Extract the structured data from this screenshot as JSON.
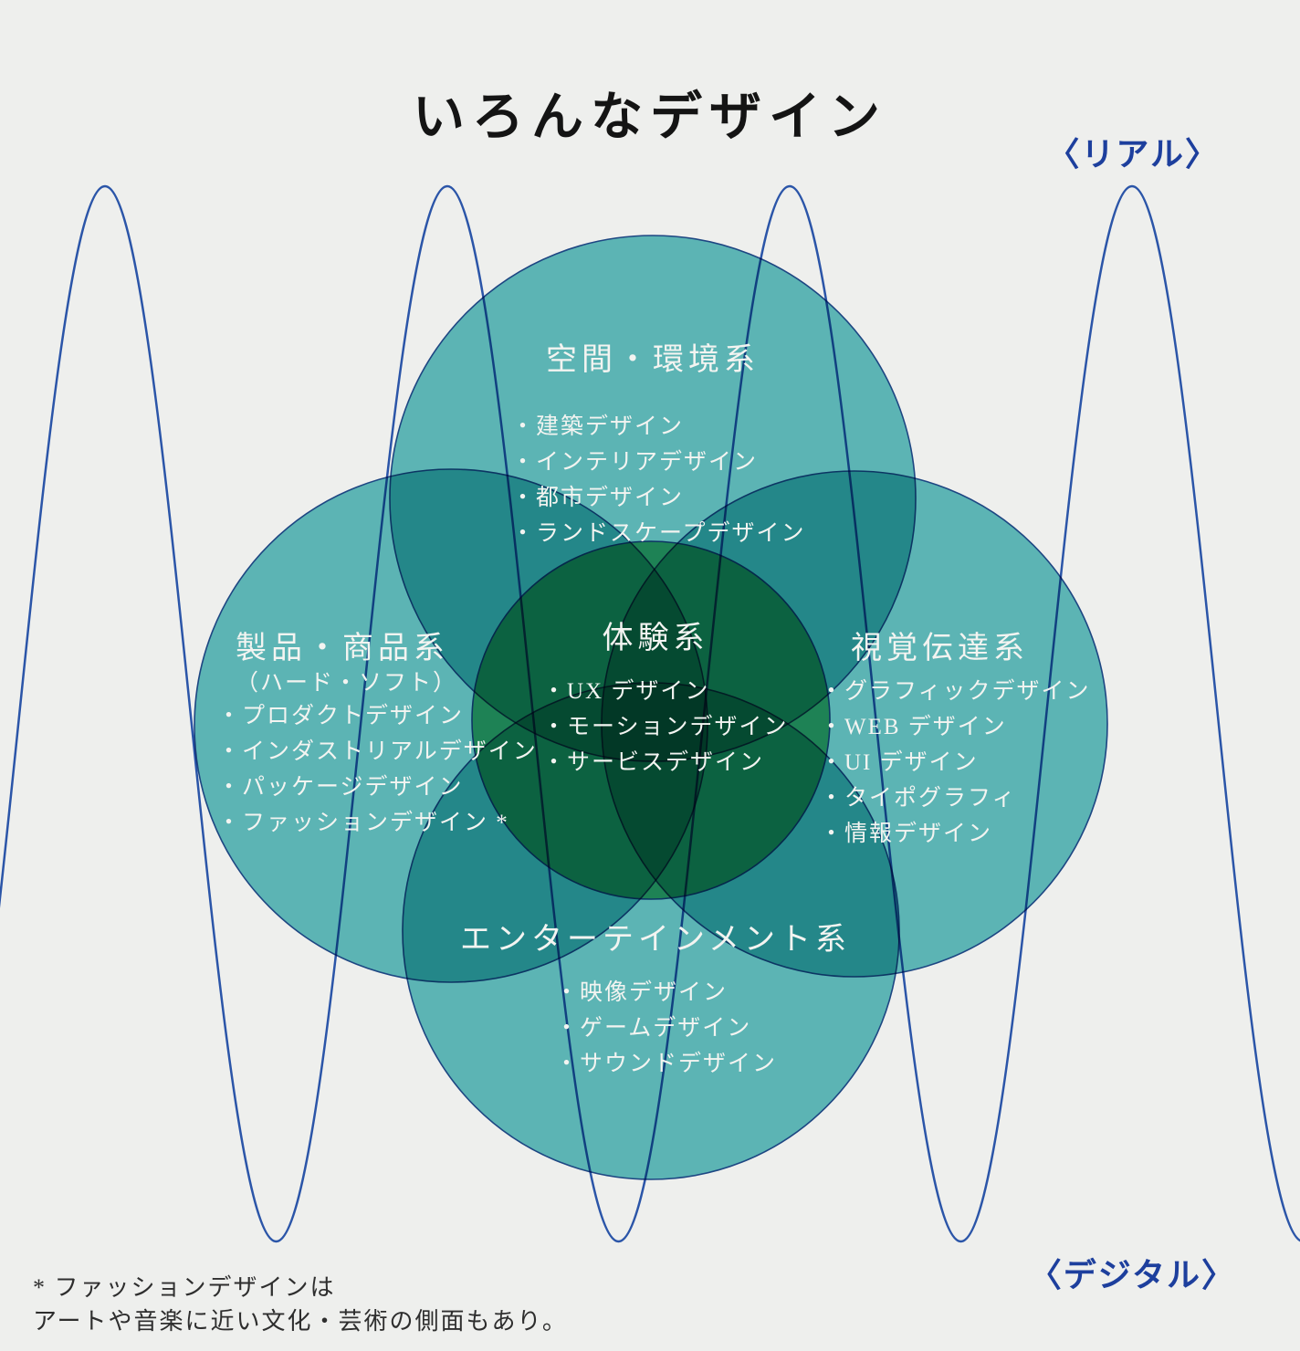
{
  "title": "いろんなデザイン",
  "axis_labels": {
    "real": "〈リアル〉",
    "digital": "〈デジタル〉"
  },
  "groups": {
    "spatial": {
      "title": "空間・環境系",
      "items": [
        "・建築デザイン",
        "・インテリアデザイン",
        "・都市デザイン",
        "・ランドスケープデザイン"
      ]
    },
    "product": {
      "title": "製品・商品系",
      "subtitle": "（ハード・ソフト）",
      "items": [
        "・プロダクトデザイン",
        "・インダストリアルデザイン",
        "・パッケージデザイン",
        "・ファッションデザイン *"
      ]
    },
    "experience": {
      "title": "体験系",
      "items": [
        "・UX デザイン",
        "・モーションデザイン",
        "・サービスデザイン"
      ]
    },
    "visual": {
      "title": "視覚伝達系",
      "items": [
        "・グラフィックデザイン",
        "・WEB デザイン",
        "・UI デザイン",
        "・タイポグラフィ",
        "・情報デザイン"
      ]
    },
    "entertainment": {
      "title": "エンターテインメント系",
      "items": [
        "・映像デザイン",
        "・ゲームデザイン",
        "・サウンドデザイン"
      ]
    }
  },
  "footnote": {
    "line1": "* ファッションデザインは",
    "line2": "アートや音楽に近い文化・芸術の側面もあり。"
  },
  "colors": {
    "background": "#eeefed",
    "wave": "#2b55a8",
    "circle_teal": "#62c0c2",
    "circle_green": "#52b878",
    "circle_outline": "#1f4a8c",
    "text_light": "#f3f4f1",
    "axis_blue": "#1d3f9d"
  }
}
